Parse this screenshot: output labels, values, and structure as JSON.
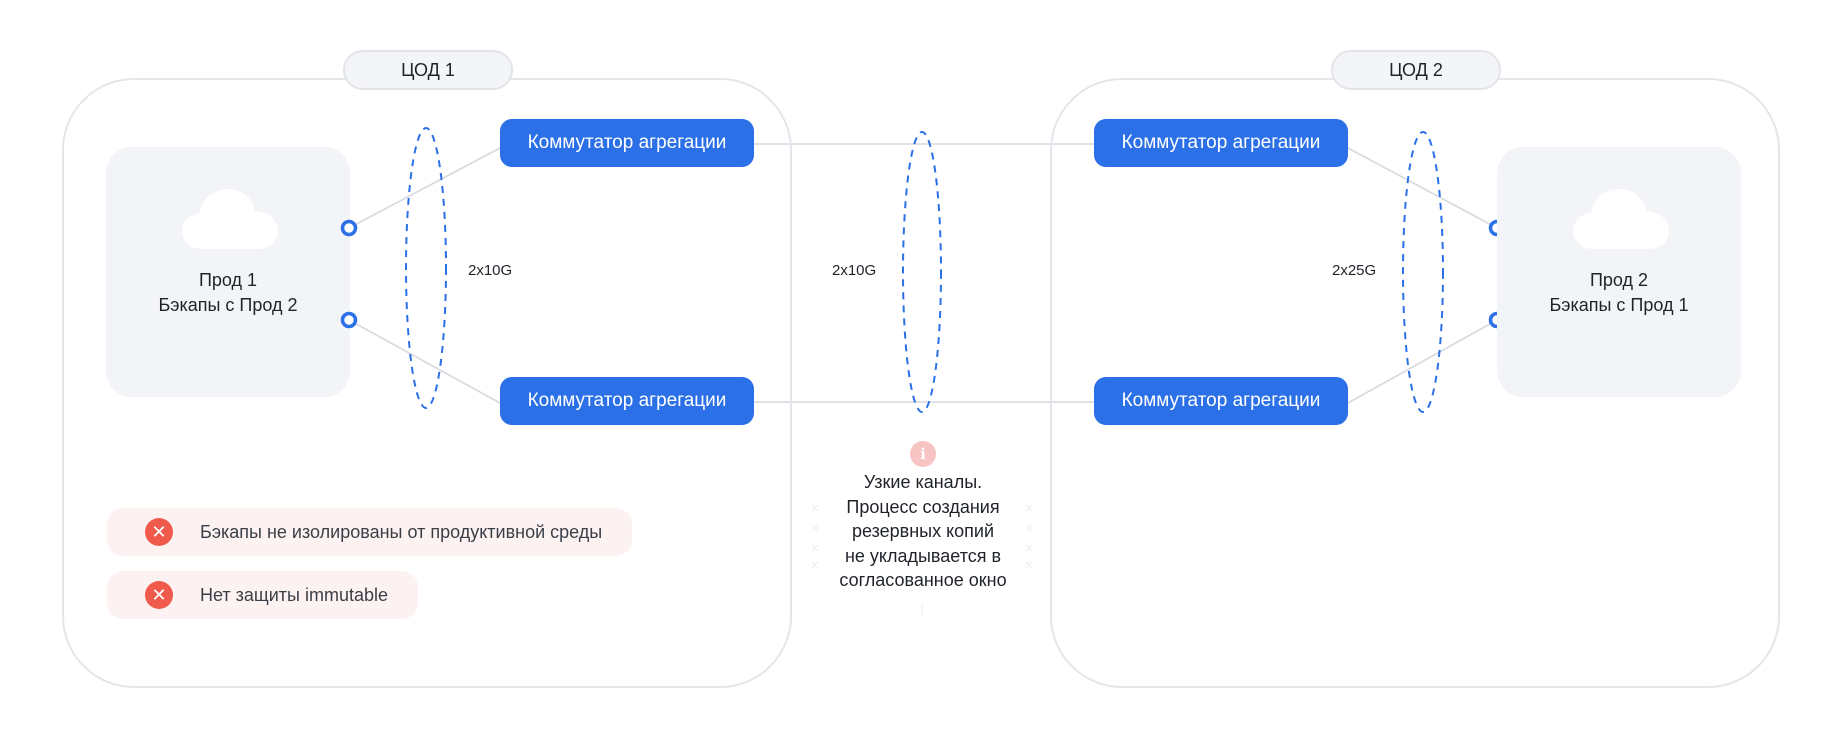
{
  "datacenters": [
    {
      "label": "ЦОД 1",
      "server": {
        "line1": "Прод 1",
        "line2": "Бэкапы с Прод 2"
      },
      "switches": [
        "Коммутатор агрегации",
        "Коммутатор агрегации"
      ],
      "link_speed": "2x10G"
    },
    {
      "label": "ЦОД 2",
      "server": {
        "line1": "Прод 2",
        "line2": "Бэкапы с Прод 1"
      },
      "switches": [
        "Коммутатор агрегации",
        "Коммутатор агрегации"
      ],
      "link_speed": "2x25G"
    }
  ],
  "interconnect": {
    "link_speed": "2x10G",
    "note": [
      "Узкие каналы.",
      "Процесс создания",
      "резервных копий",
      "не укладывается в",
      "согласованное окно"
    ],
    "info_icon": "i"
  },
  "warnings": [
    {
      "icon": "close-icon",
      "symbol": "✕",
      "text": "Бэкапы не изолированы от продуктивной среды"
    },
    {
      "icon": "close-icon",
      "symbol": "✕",
      "text": "Нет защиты immutable"
    }
  ],
  "colors": {
    "accent": "#2b70e6",
    "error": "#ef5a4c",
    "panel_border": "#e4e6ec",
    "card_bg": "#f3f4f7",
    "warning_bg": "#fdf2f2"
  }
}
